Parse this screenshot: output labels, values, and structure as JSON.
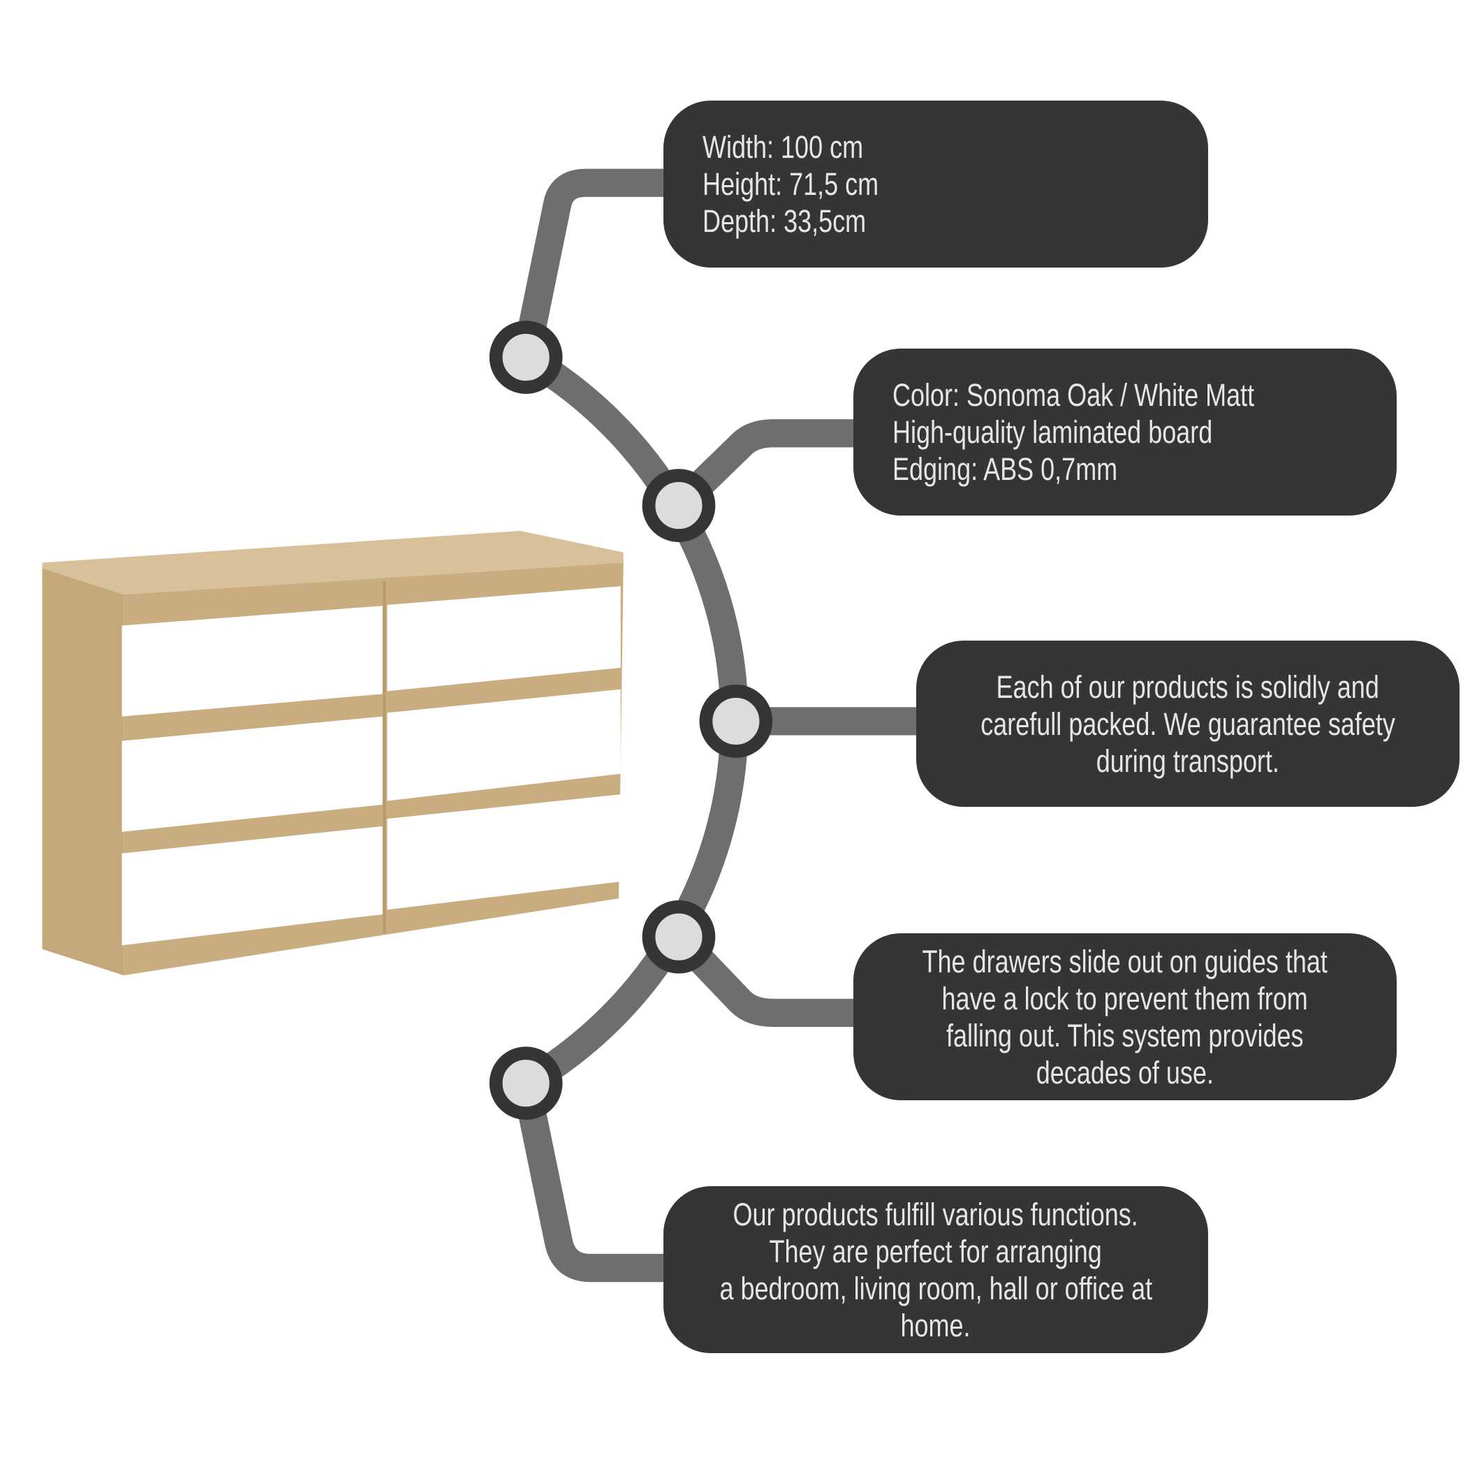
{
  "colors": {
    "connector": "#6e6e6e",
    "box": "#353535",
    "node_ring": "#353535",
    "node_fill": "#dcdcdc",
    "text": "#e6e6e6",
    "oak": "#cdb186",
    "white": "#ffffff"
  },
  "product_image": {
    "name": "chest-of-drawers",
    "drawers": 6
  },
  "features": [
    {
      "lines": [
        "Width: 100 cm",
        "Height: 71,5 cm",
        "Depth: 33,5cm"
      ]
    },
    {
      "lines": [
        "Color: Sonoma Oak / White Matt",
        "High-quality laminated board",
        "Edging: ABS 0,7mm"
      ]
    },
    {
      "lines": [
        "Each of our products is solidly and",
        "carefull packed. We guarantee safety",
        "during transport."
      ]
    },
    {
      "lines": [
        "The drawers slide out on guides that",
        "have a lock to prevent them from",
        "falling out. This system provides",
        "decades of use."
      ]
    },
    {
      "lines": [
        "Our products fulfill various functions.",
        "They are perfect for arranging",
        "a bedroom, living room, hall or office at",
        "home."
      ]
    }
  ]
}
